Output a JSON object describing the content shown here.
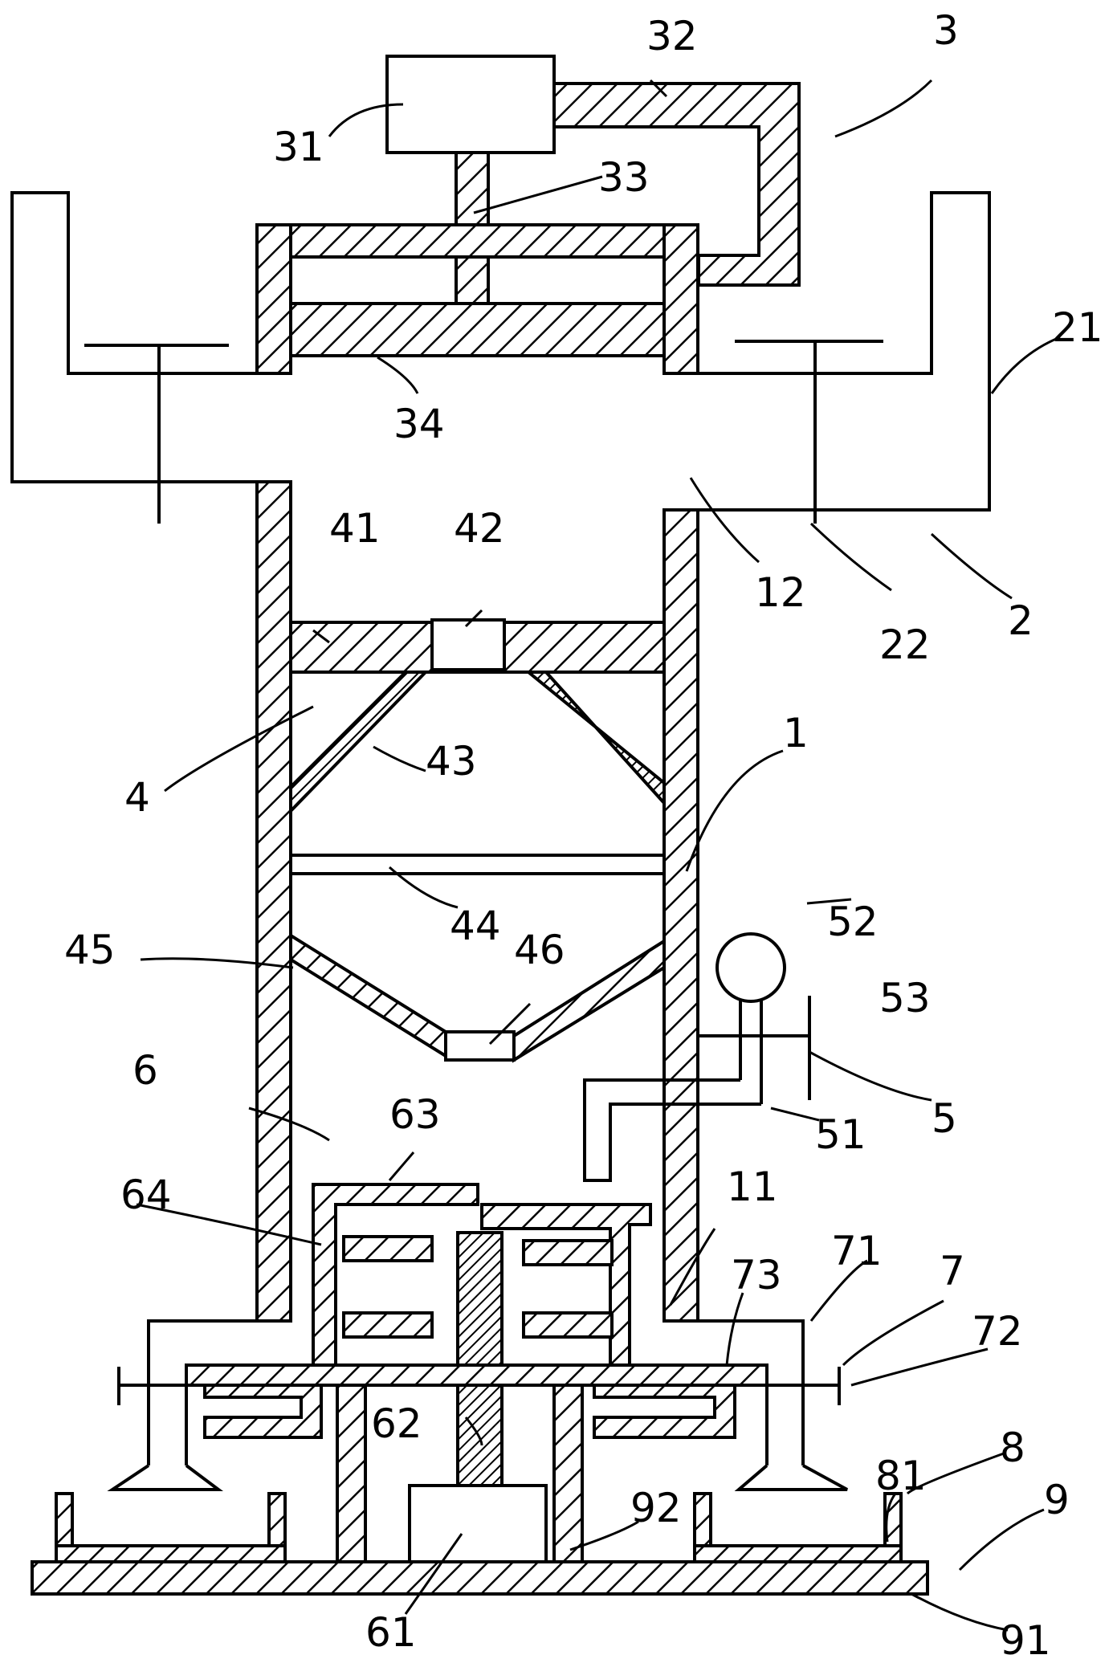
{
  "labels": {
    "l31": "31",
    "l32": "32",
    "l3": "3",
    "l33": "33",
    "l21": "21",
    "l34": "34",
    "l41": "41",
    "l42": "42",
    "l12": "12",
    "l22": "22",
    "l2": "2",
    "l4": "4",
    "l43": "43",
    "l1": "1",
    "l44": "44",
    "l52": "52",
    "l45": "45",
    "l46": "46",
    "l53": "53",
    "l6": "6",
    "l5": "5",
    "l51": "51",
    "l63": "63",
    "l11": "11",
    "l64": "64",
    "l71": "71",
    "l7": "7",
    "l73": "73",
    "l72": "72",
    "l62": "62",
    "l81": "81",
    "l8": "8",
    "l9": "9",
    "l92": "92",
    "l61": "61",
    "l91": "91"
  }
}
